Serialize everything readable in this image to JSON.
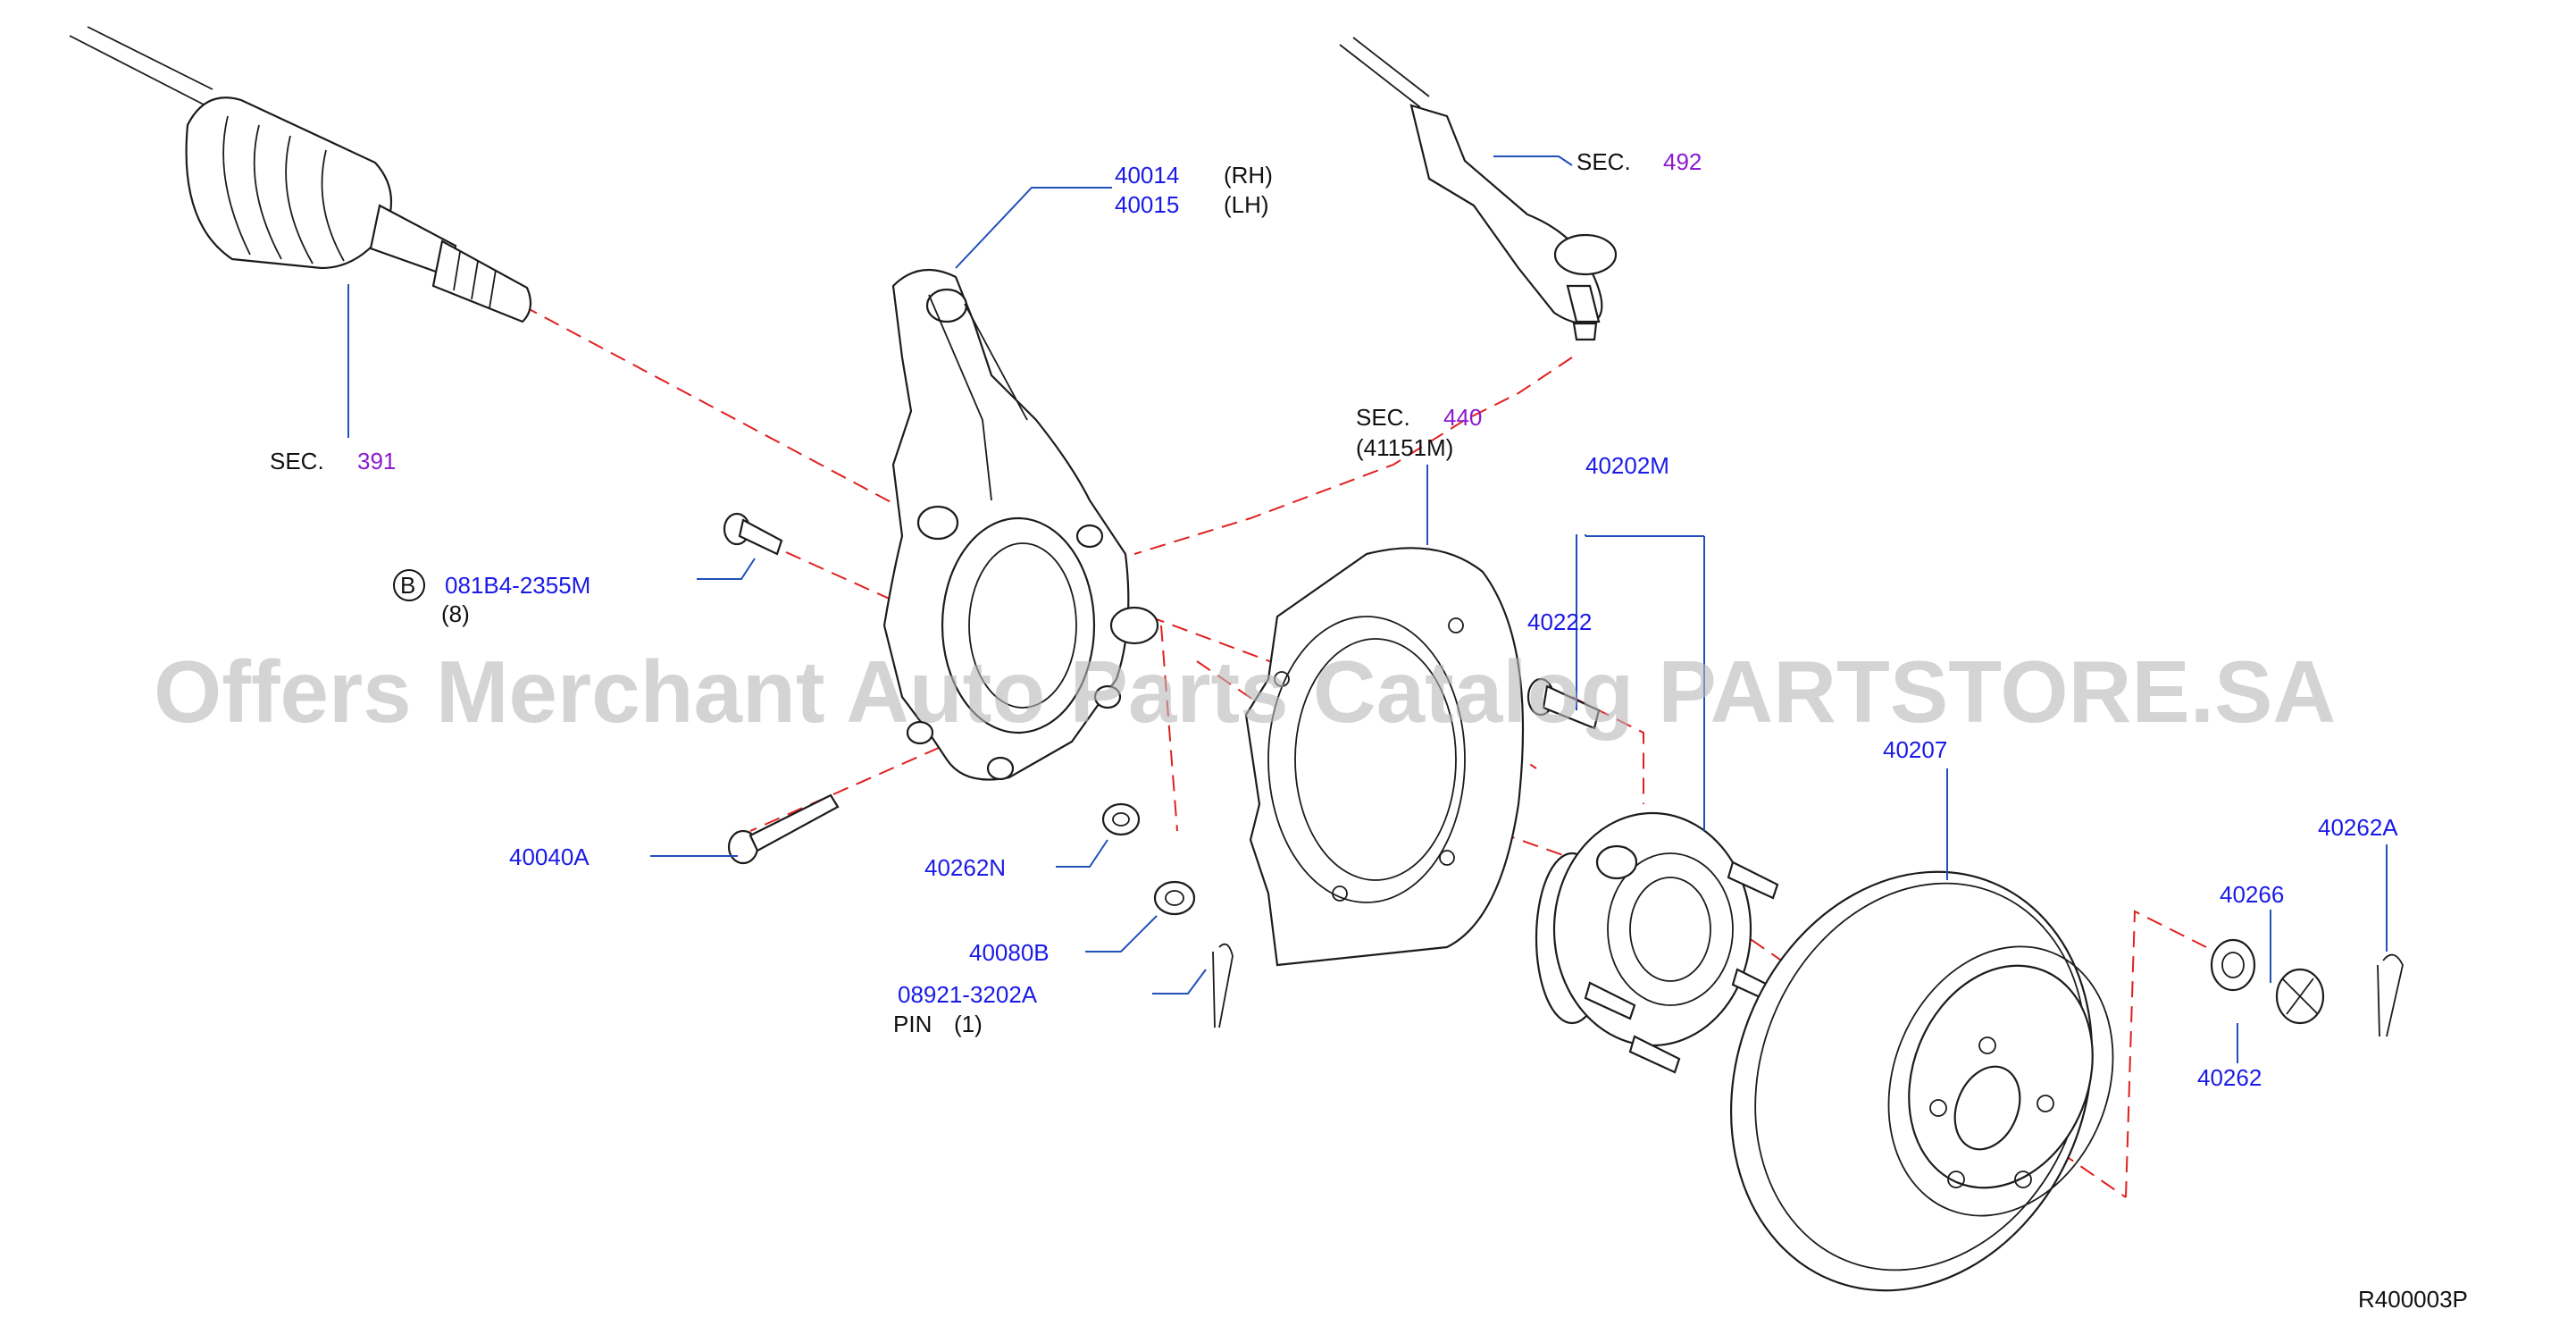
{
  "watermark": "Offers Merchant Auto Parts Catalog PARTSTORE.SA",
  "diagram_code": "R400003P",
  "colors": {
    "part_number": "#1a1ae6",
    "section_number": "#8a1ad0",
    "leader_line": "#2050b8",
    "dashed_line": "#e02020"
  },
  "labels": {
    "sec391": {
      "prefix": "SEC.",
      "num": "391"
    },
    "sec492": {
      "prefix": "SEC.",
      "num": "492"
    },
    "sec440": {
      "prefix": "SEC.",
      "num": "440",
      "sub": "(41151M)"
    },
    "knuckle": {
      "num_rh": "40014",
      "side_rh": "(RH)",
      "num_lh": "40015",
      "side_lh": "(LH)"
    },
    "bolt_b": {
      "badge": "B",
      "num": "081B4-2355M",
      "qty": "(8)"
    },
    "bolt_40040a": {
      "num": "40040A"
    },
    "nut_40262n": {
      "num": "40262N"
    },
    "nut_40080b": {
      "num": "40080B"
    },
    "pin": {
      "num": "08921-3202A",
      "desc": "PIN",
      "qty": "(1)"
    },
    "hub_assy": {
      "num": "40202M"
    },
    "stud": {
      "num": "40222"
    },
    "rotor": {
      "num": "40207"
    },
    "cotter_40262a": {
      "num": "40262A"
    },
    "cap_40266": {
      "num": "40266"
    },
    "nut_40262": {
      "num": "40262"
    }
  }
}
